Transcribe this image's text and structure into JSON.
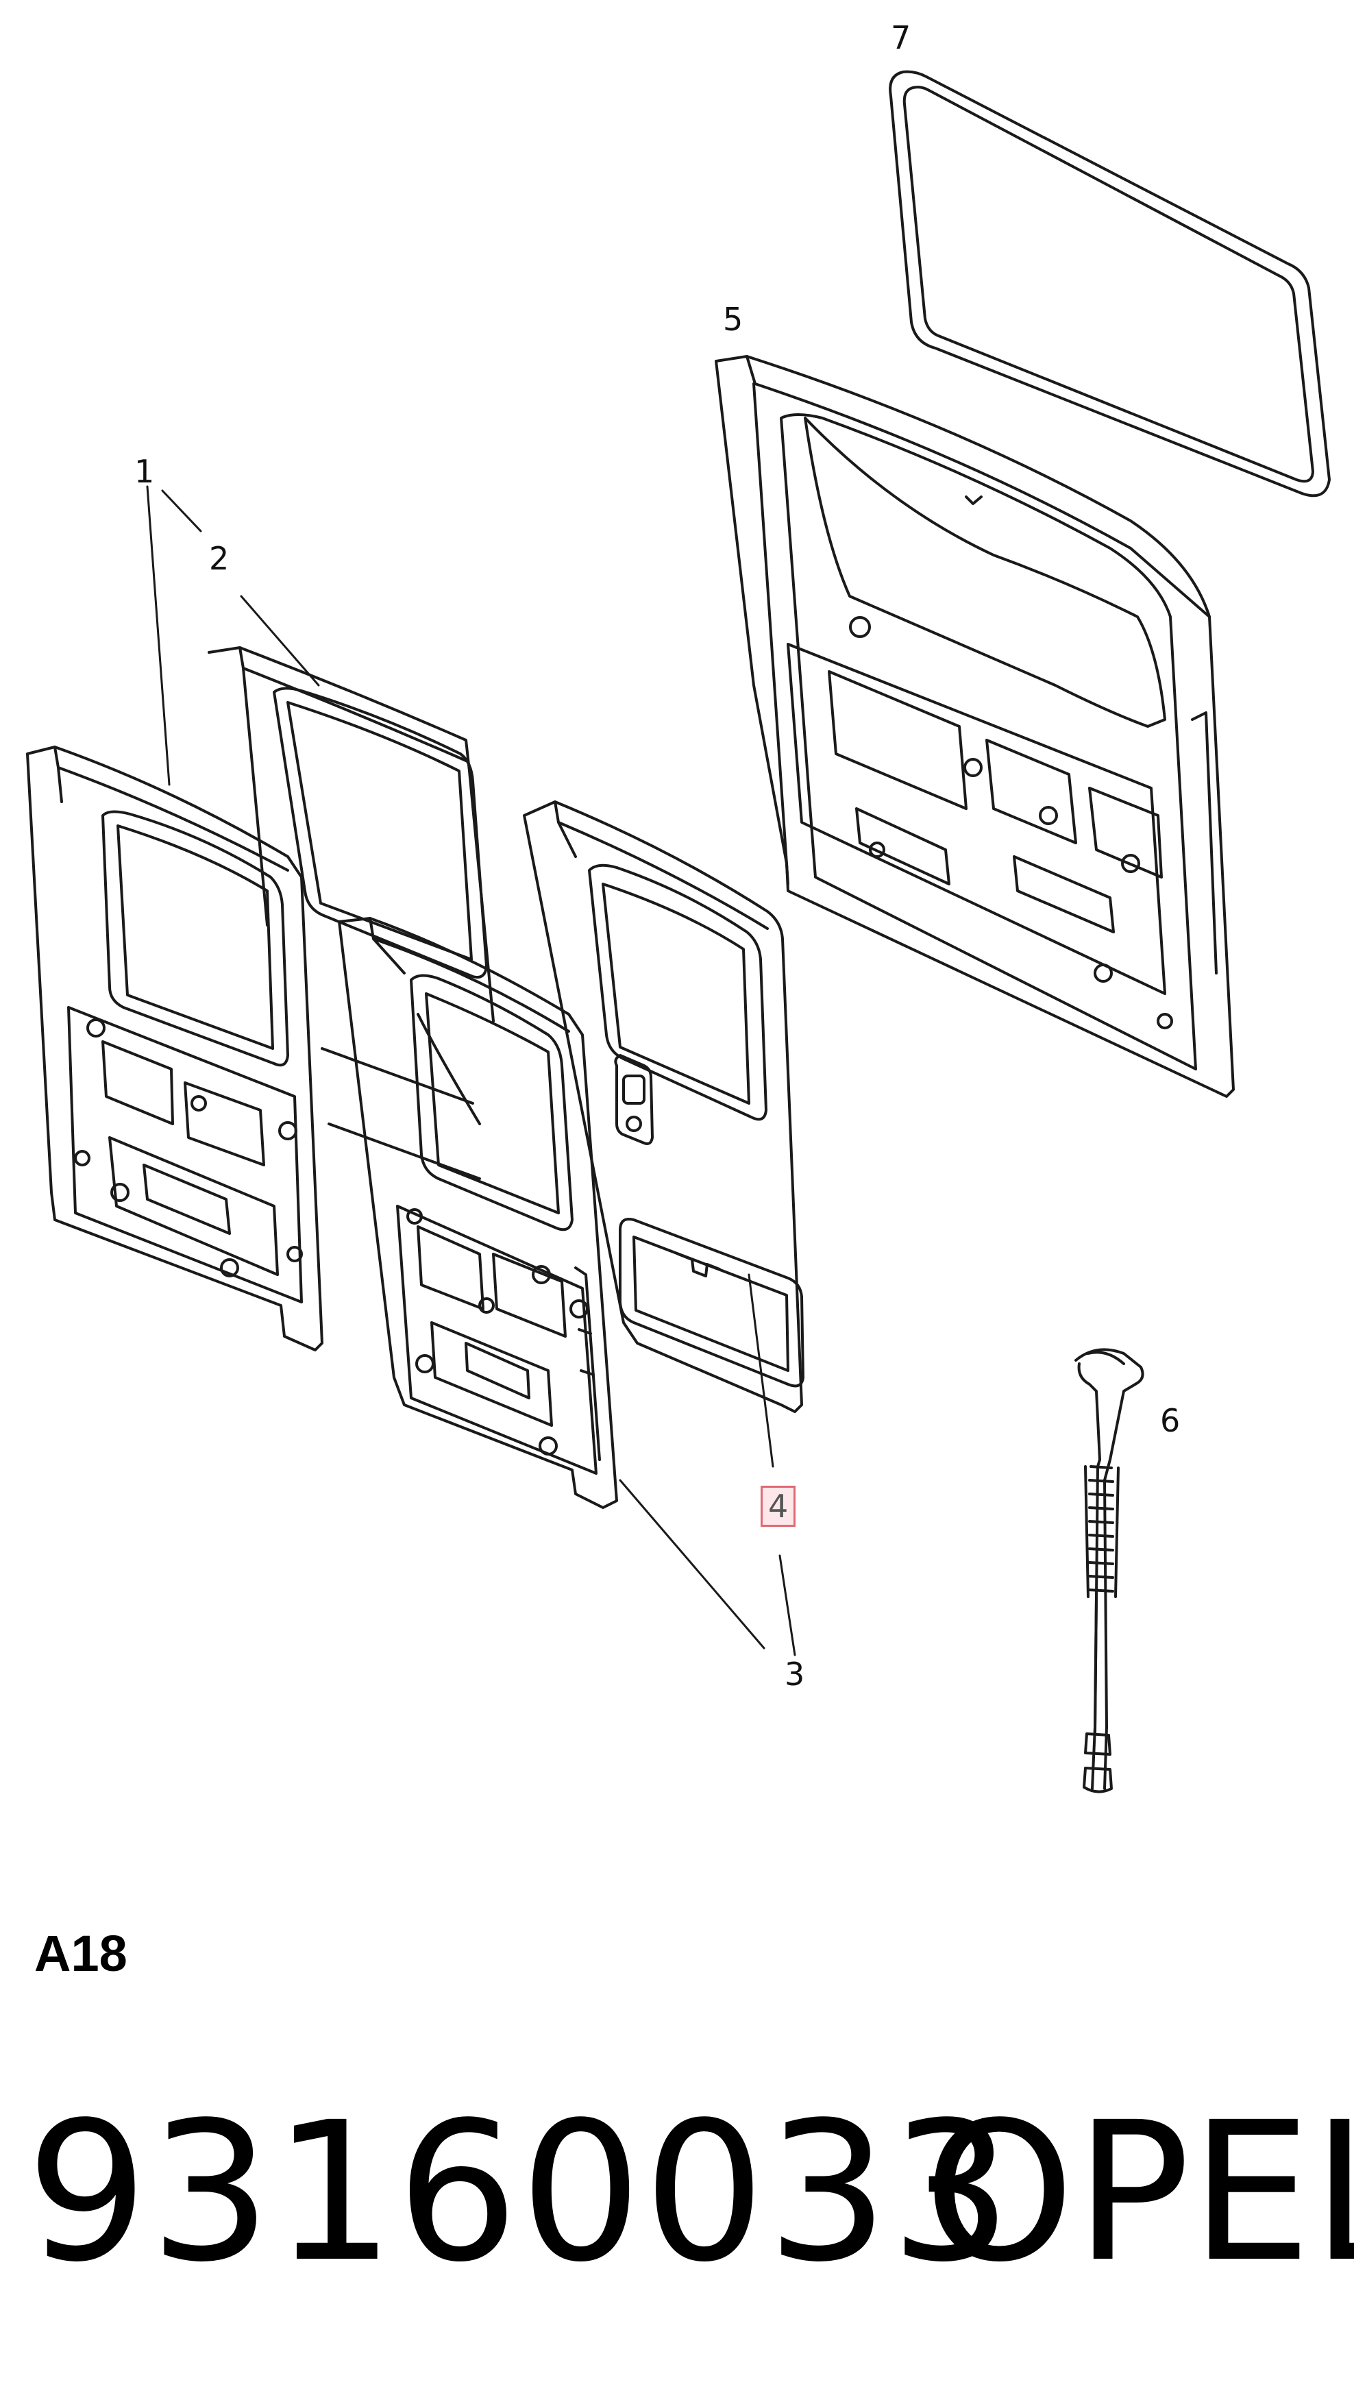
{
  "callouts": {
    "c1": "1",
    "c2": "2",
    "c3": "3",
    "c4": "4",
    "c5": "5",
    "c6": "6",
    "c7": "7"
  },
  "ref_code": "A18",
  "part_number": "93160033",
  "brand": "OPEL",
  "colors": {
    "line": "#1a1a1a",
    "highlight_border": "#e06a74",
    "highlight_fill": "#fde7ea"
  }
}
